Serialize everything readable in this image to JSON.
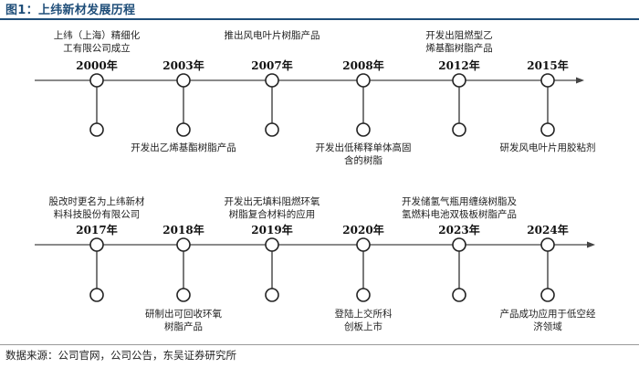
{
  "figure": {
    "title": "图1：上纬新材发展历程",
    "source": "数据来源：公司官网，公司公告，东吴证券研究所"
  },
  "timelines": [
    {
      "milestones": [
        {
          "year": "2000年",
          "lines": [
            "上纬（上海）精细化",
            "工有限公司成立"
          ],
          "side": "above"
        },
        {
          "year": "2003年",
          "lines": [
            "开发出乙烯基酯树脂产品"
          ],
          "side": "below"
        },
        {
          "year": "2007年",
          "lines": [
            "推出风电叶片树脂产品"
          ],
          "side": "above"
        },
        {
          "year": "2008年",
          "lines": [
            "开发出低稀释单体高固",
            "含的树脂"
          ],
          "side": "below"
        },
        {
          "year": "2012年",
          "lines": [
            "开发出阻燃型乙",
            "烯基酯树脂产品"
          ],
          "side": "above"
        },
        {
          "year": "2015年",
          "lines": [
            "研发风电叶片用胶粘剂"
          ],
          "side": "below"
        }
      ]
    },
    {
      "milestones": [
        {
          "year": "2017年",
          "lines": [
            "股改时更名为上纬新材",
            "料科技股份有限公司"
          ],
          "side": "above"
        },
        {
          "year": "2018年",
          "lines": [
            "研制出可回收环氧",
            "树脂产品"
          ],
          "side": "below"
        },
        {
          "year": "2019年",
          "lines": [
            "开发出无填料阻燃环氧",
            "树脂复合材料的应用"
          ],
          "side": "above"
        },
        {
          "year": "2020年",
          "lines": [
            "登陆上交所科",
            "创板上市"
          ],
          "side": "below"
        },
        {
          "year": "2023年",
          "lines": [
            "开发储氢气瓶用缠绕树脂及",
            "氢燃料电池双极板树脂产品"
          ],
          "side": "above"
        },
        {
          "year": "2024年",
          "lines": [
            "产品成功应用于低空经",
            "济领域"
          ],
          "side": "below"
        }
      ]
    }
  ]
}
